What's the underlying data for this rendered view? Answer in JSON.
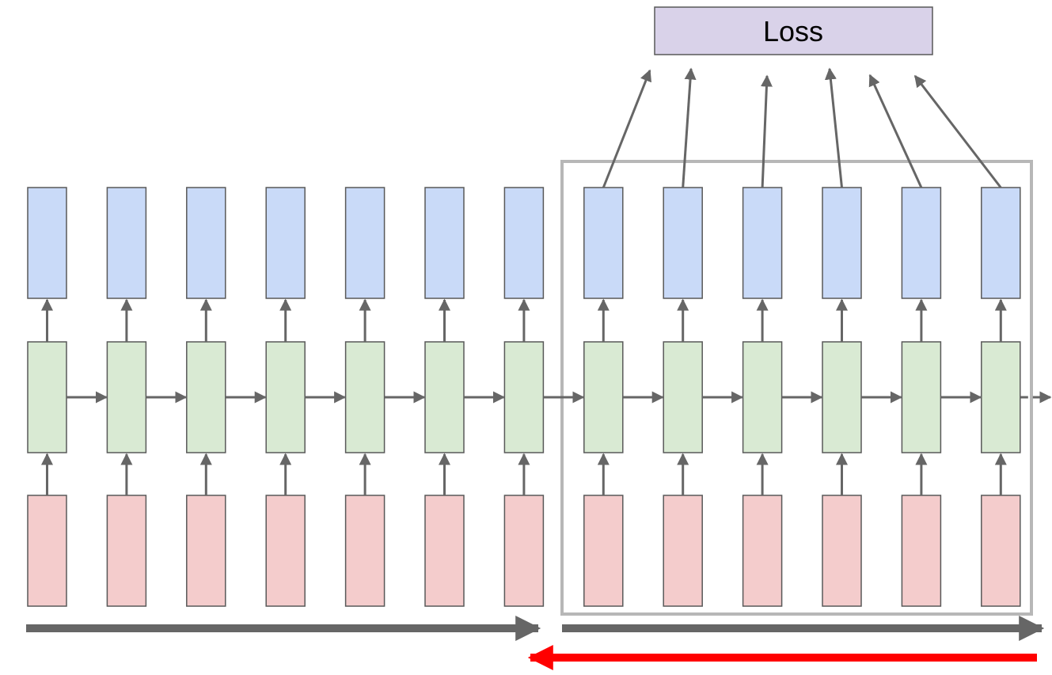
{
  "loss_box": {
    "label": "Loss"
  },
  "colors": {
    "output_fill": "#c9daf8",
    "hidden_fill": "#d9ead3",
    "input_fill": "#f4cccc",
    "loss_fill": "#d9d2e9",
    "stroke": "#595959",
    "arrow": "#666666",
    "window_border": "#b7b7b7",
    "backward_arrow": "#ff0000"
  },
  "timesteps": {
    "count": 13,
    "window_count": 6
  }
}
